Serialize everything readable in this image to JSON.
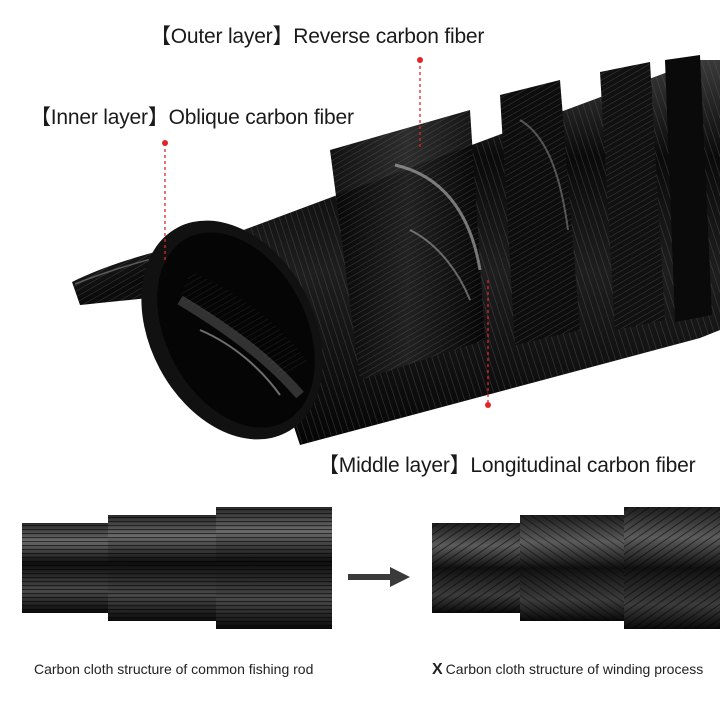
{
  "labels": {
    "outer": {
      "bracket": "【Outer layer】",
      "text": "Reverse carbon fiber"
    },
    "inner": {
      "bracket": "【Inner layer】",
      "text": "Oblique carbon fiber"
    },
    "middle": {
      "bracket": "【Middle layer】",
      "text": "Longitudinal carbon fiber"
    }
  },
  "captions": {
    "common": "Carbon cloth structure of common fishing rod",
    "winding_mark": "X",
    "winding": "Carbon cloth structure of winding process"
  },
  "colors": {
    "leader_line": "#e0262b",
    "carbon_dark": "#0b0b0b",
    "carbon_light": "#6a6a6a",
    "arrow": "#3a3a3a"
  },
  "icons": {
    "arrow": "right-arrow-icon"
  }
}
